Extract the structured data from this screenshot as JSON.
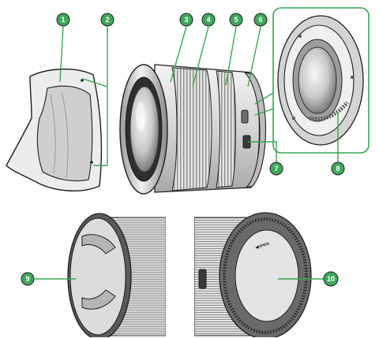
{
  "colors": {
    "accent": "#35A853",
    "badge_fill": "#3FA85A",
    "outline": "#1f1f1f",
    "lens_body": "#d9d9d9",
    "lens_dark": "#2a2a2a"
  },
  "callouts": [
    {
      "id": "1",
      "label": "1"
    },
    {
      "id": "2",
      "label": "2"
    },
    {
      "id": "3",
      "label": "3"
    },
    {
      "id": "4",
      "label": "4"
    },
    {
      "id": "5",
      "label": "5"
    },
    {
      "id": "6",
      "label": "6"
    },
    {
      "id": "7",
      "label": "7"
    },
    {
      "id": "8",
      "label": "8"
    },
    {
      "id": "9",
      "label": "9"
    },
    {
      "id": "10",
      "label": "10"
    }
  ],
  "rear_cap": {
    "open_label": "OPEN"
  }
}
